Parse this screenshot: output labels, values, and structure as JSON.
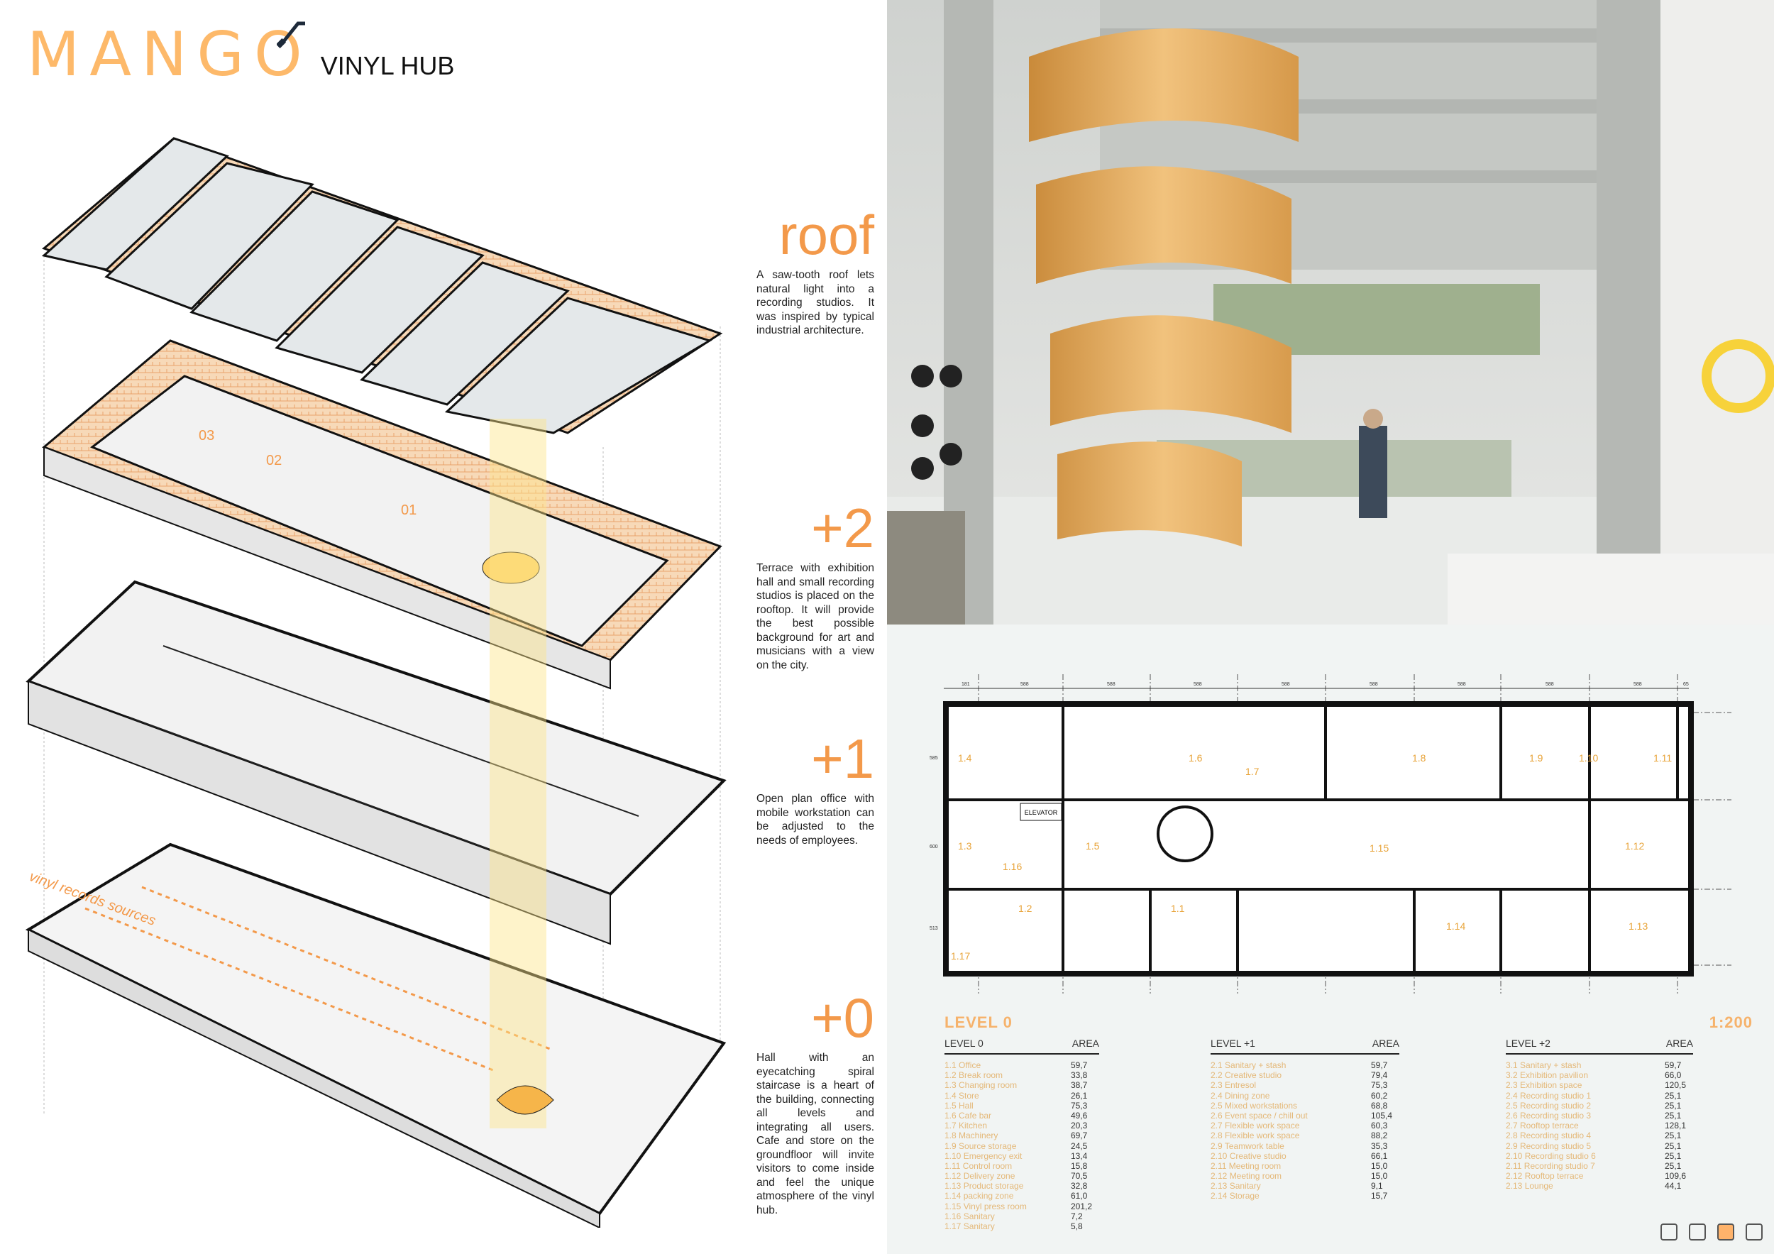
{
  "logo": {
    "brand": "MANGO",
    "subtitle": "VINYL HUB"
  },
  "sections": [
    {
      "heading": "roof",
      "text": "A saw-tooth roof lets natural light into a recording studios. It was inspired by typical industrial architecture."
    },
    {
      "heading": "+2",
      "text": "Terrace with exhibition hall and small recording studios is placed on the rooftop. It will provide the best possible background for art and musicians with a view on the city."
    },
    {
      "heading": "+1",
      "text": "Open plan office with mobile workstation can be adjusted to the needs of employees."
    },
    {
      "heading": "+0",
      "text": "Hall with an eyecatching spiral staircase is a heart of the building, connecting all levels and integrating all users. Cafe and store on the groundfloor will invite visitors to come inside and feel the unique atmosphere of the vinyl hub."
    }
  ],
  "axo": {
    "annotation": "vinyl records sources",
    "studios": [
      "01",
      "02",
      "03"
    ]
  },
  "plan": {
    "title": "LEVEL 0",
    "scale": "1:200",
    "elevator": "ELEVATOR",
    "dims": [
      "181",
      "588",
      "588",
      "588",
      "588",
      "588",
      "588",
      "588",
      "588",
      "65"
    ],
    "row_dims": [
      "585",
      "600",
      "513"
    ],
    "rooms": [
      "1.1",
      "1.2",
      "1.3",
      "1.4",
      "1.5",
      "1.6",
      "1.7",
      "1.8",
      "1.9",
      "1.10",
      "1.11",
      "1.12",
      "1.13",
      "1.14",
      "1.15",
      "1.16",
      "1.17"
    ]
  },
  "tables": [
    {
      "header": "LEVEL 0",
      "area": "AREA",
      "rows": [
        [
          "1.1 Office",
          "59,7"
        ],
        [
          "1.2 Break room",
          "33,8"
        ],
        [
          "1.3 Changing room",
          "38,7"
        ],
        [
          "1.4 Store",
          "26,1"
        ],
        [
          "1.5 Hall",
          "75,3"
        ],
        [
          "1.6 Cafe bar",
          "49,6"
        ],
        [
          "1.7 Kitchen",
          "20,3"
        ],
        [
          "1.8 Machinery",
          "69,7"
        ],
        [
          "1.9 Source storage",
          "24,5"
        ],
        [
          "1.10 Emergency exit",
          "13,4"
        ],
        [
          "1.11 Control room",
          "15,8"
        ],
        [
          "1.12 Delivery zone",
          "70,5"
        ],
        [
          "1.13 Product storage",
          "32,8"
        ],
        [
          "1.14 packing zone",
          "61,0"
        ],
        [
          "1.15 Vinyl press room",
          "201,2"
        ],
        [
          "1.16 Sanitary",
          "7,2"
        ],
        [
          "1.17 Sanitary",
          "5,8"
        ]
      ]
    },
    {
      "header": "LEVEL +1",
      "area": "AREA",
      "rows": [
        [
          "2.1 Sanitary + stash",
          "59,7"
        ],
        [
          "2.2 Creative studio",
          "79,4"
        ],
        [
          "2.3 Entresol",
          "75,3"
        ],
        [
          "2.4 Dining zone",
          "60,2"
        ],
        [
          "2.5 Mixed workstations",
          "68,8"
        ],
        [
          "2.6 Event space / chill out",
          "105,4"
        ],
        [
          "2.7 Flexible work space",
          "60,3"
        ],
        [
          "2.8 Flexible work space",
          "88,2"
        ],
        [
          "2.9 Teamwork table",
          "35,3"
        ],
        [
          "2.10 Creative studio",
          "66,1"
        ],
        [
          "2.11 Meeting room",
          "15,0"
        ],
        [
          "2.12 Meeting room",
          "15,0"
        ],
        [
          "2.13 Sanitary",
          "9,1"
        ],
        [
          "2.14 Storage",
          "15,7"
        ]
      ]
    },
    {
      "header": "LEVEL +2",
      "area": "AREA",
      "rows": [
        [
          "3.1 Sanitary + stash",
          "59,7"
        ],
        [
          "3.2 Exhibition pavilion",
          "66,0"
        ],
        [
          "2.3 Exhibition space",
          "120,5"
        ],
        [
          "2.4 Recording studio 1",
          "25,1"
        ],
        [
          "2.5 Recording studio 2",
          "25,1"
        ],
        [
          "2.6 Recording studio 3",
          "25,1"
        ],
        [
          "2.7 Rooftop terrace",
          "128,1"
        ],
        [
          "2.8 Recording studio 4",
          "25,1"
        ],
        [
          "2.9 Recording studio 5",
          "25,1"
        ],
        [
          "2.10 Recording studio 6",
          "25,1"
        ],
        [
          "2.11 Recording studio 7",
          "25,1"
        ],
        [
          "2.12 Rooftop terrace",
          "109,6"
        ],
        [
          "2.13 Lounge",
          "44,1"
        ]
      ]
    }
  ],
  "pager": {
    "pages": 4,
    "current": 3
  },
  "colors": {
    "accent": "#f3994a",
    "logo": "#fdb96a",
    "room_label": "#e8a43a",
    "bg_right": "#f1f4f3"
  }
}
